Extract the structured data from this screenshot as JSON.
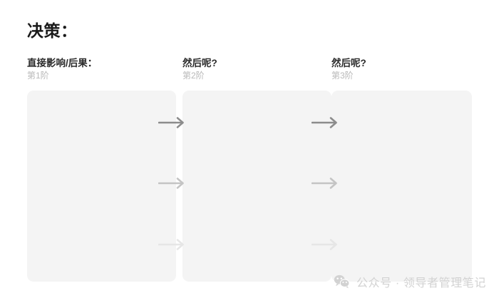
{
  "page": {
    "title": "决策：",
    "background_color": "#ffffff",
    "panel_color": "#f4f4f4"
  },
  "columns": [
    {
      "title": "直接影响/后果：",
      "subtitle": "第1阶"
    },
    {
      "title": "然后呢?",
      "subtitle": "第2阶"
    },
    {
      "title": "然后呢?",
      "subtitle": "第3阶"
    }
  ],
  "arrows": [
    {
      "icon": "arrow-right-icon",
      "color": "#8c8c8c",
      "row": 1,
      "gap": 1
    },
    {
      "icon": "arrow-right-icon",
      "color": "#c4c4c4",
      "row": 2,
      "gap": 1
    },
    {
      "icon": "arrow-right-icon",
      "color": "#e6e6e6",
      "row": 3,
      "gap": 1
    },
    {
      "icon": "arrow-right-icon",
      "color": "#8c8c8c",
      "row": 1,
      "gap": 2
    },
    {
      "icon": "arrow-right-icon",
      "color": "#c4c4c4",
      "row": 2,
      "gap": 2
    },
    {
      "icon": "arrow-right-icon",
      "color": "#e6e6e6",
      "row": 3,
      "gap": 2
    }
  ],
  "watermark": {
    "icon": "wechat-icon",
    "text": "公众号 · 领导者管理笔记",
    "color": "#d2d2d2"
  }
}
